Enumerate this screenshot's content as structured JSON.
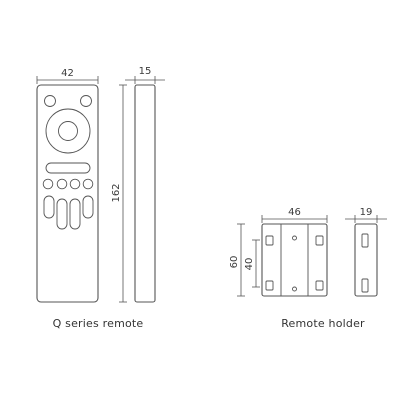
{
  "remote": {
    "width": "42",
    "thickness": "15",
    "length": "162",
    "caption": "Q series remote"
  },
  "holder": {
    "width": "46",
    "thickness": "19",
    "height_outer": "60",
    "height_inner": "40",
    "caption": "Remote holder"
  },
  "colors": {
    "line": "#555555",
    "text": "#333333",
    "background": "#ffffff"
  }
}
